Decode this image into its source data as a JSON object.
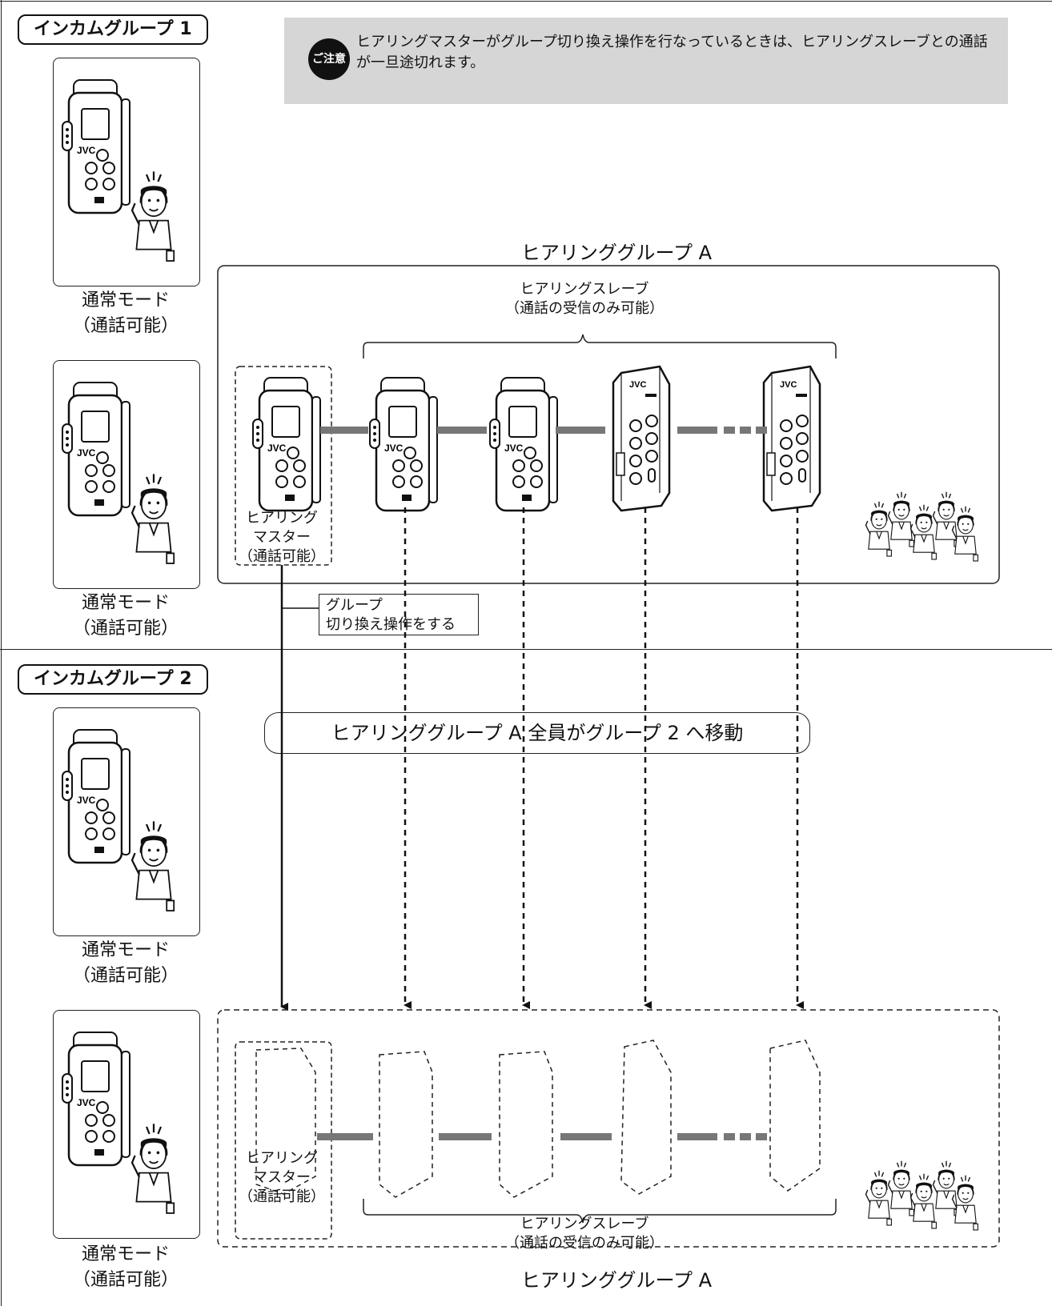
{
  "notice": {
    "icon_text": "ご注意",
    "text": "ヒアリングマスターがグループ切り換え操作を行なっているときは、ヒアリングスレーブとの通話が一旦途切れます。"
  },
  "intercom_group_1": {
    "label": "インカムグループ 1"
  },
  "intercom_group_2": {
    "label": "インカムグループ 2"
  },
  "normal_mode": {
    "line1": "通常モード",
    "line2": "（通話可能）"
  },
  "hearing_group": {
    "title": "ヒアリンググループ A"
  },
  "slave": {
    "line1": "ヒアリングスレーブ",
    "line2": "（通話の受信のみ可能）"
  },
  "master": {
    "line1": "ヒアリング",
    "line2": "マスター",
    "line3": "（通話可能）"
  },
  "callout": {
    "line1": "グループ",
    "line2": "切り換え操作をする"
  },
  "banner": {
    "text": "ヒアリンググループ A 全員がグループ 2 へ移動"
  },
  "icons": {
    "notice": "caution-icon",
    "device": "intercom-transceiver-icon",
    "receiver": "pocket-receiver-icon",
    "person": "person-speaking-icon",
    "people": "group-of-people-icon"
  }
}
